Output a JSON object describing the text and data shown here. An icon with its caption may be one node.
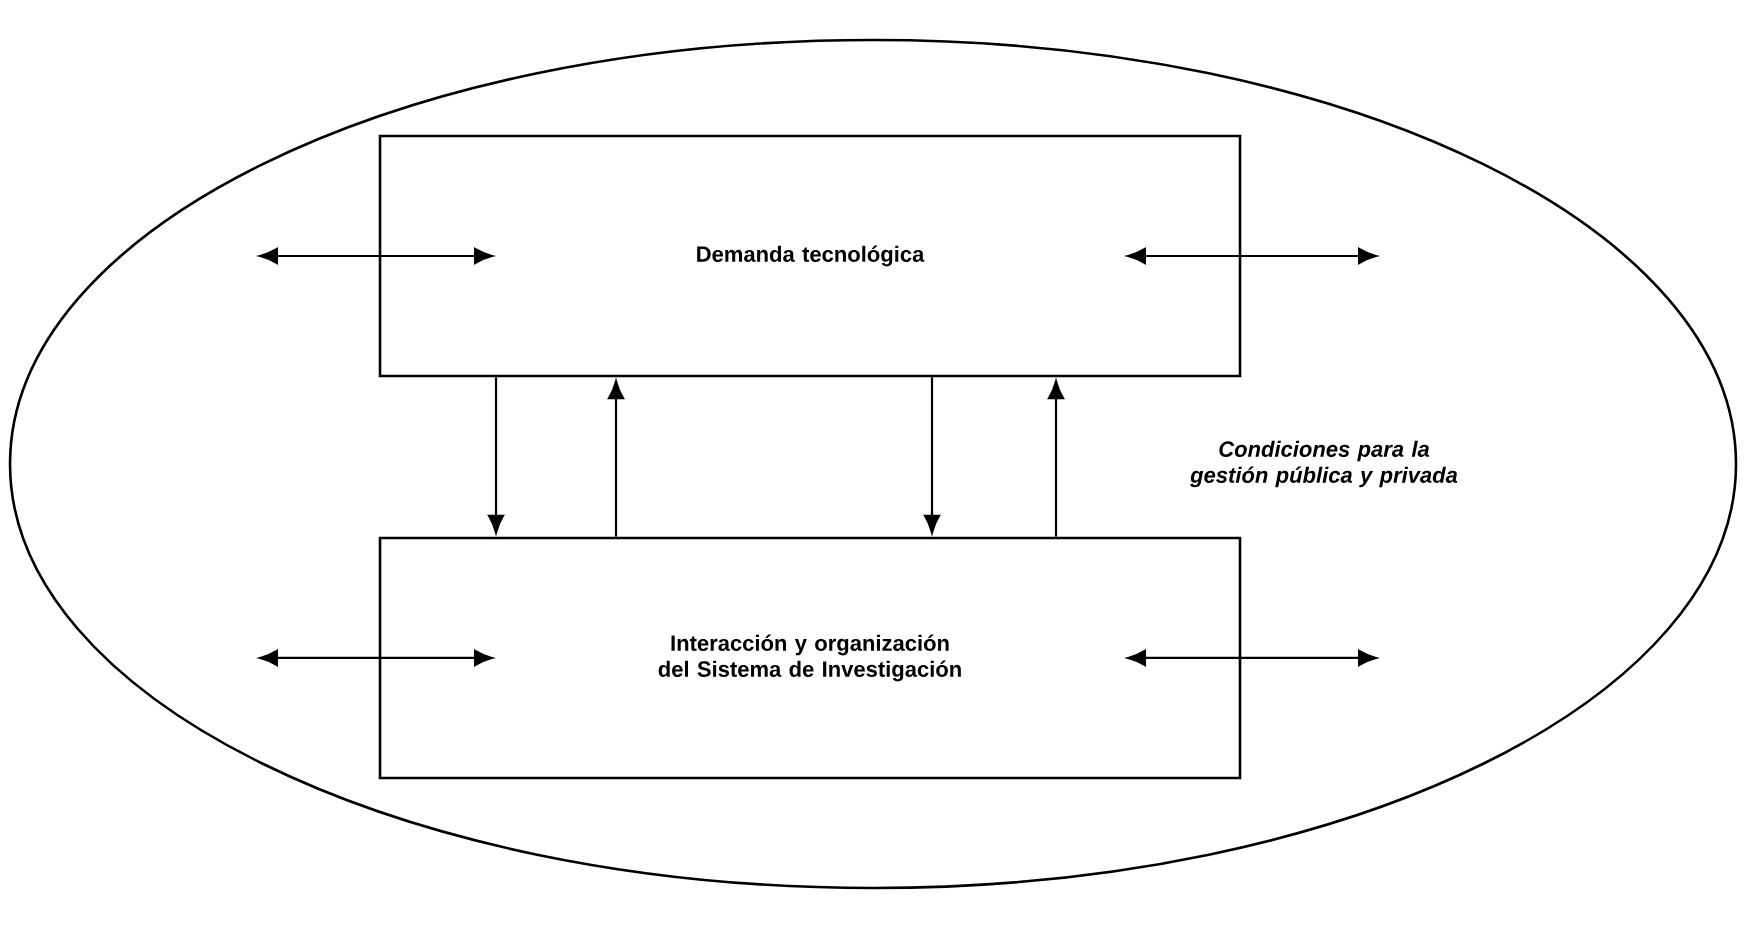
{
  "diagram": {
    "nodes": [
      {
        "text": [
          "Condiciones para la gestión pública y privada"
        ]
      },
      {
        "text": [
          "Demanda tecnológica"
        ],
        "in": 0
      },
      {
        "text": [
          "Interacción y organización del Sistema de Investigación"
        ],
        "in": 0
      }
    ],
    "edges": [
      {
        "from": 1,
        "to": 2,
        "arrow": "to"
      },
      {
        "from": 2,
        "to": 1,
        "arrow": "to"
      },
      {
        "from": 1,
        "to": 2,
        "arrow": "to"
      },
      {
        "from": 2,
        "to": 1,
        "arrow": "to"
      }
    ]
  }
}
